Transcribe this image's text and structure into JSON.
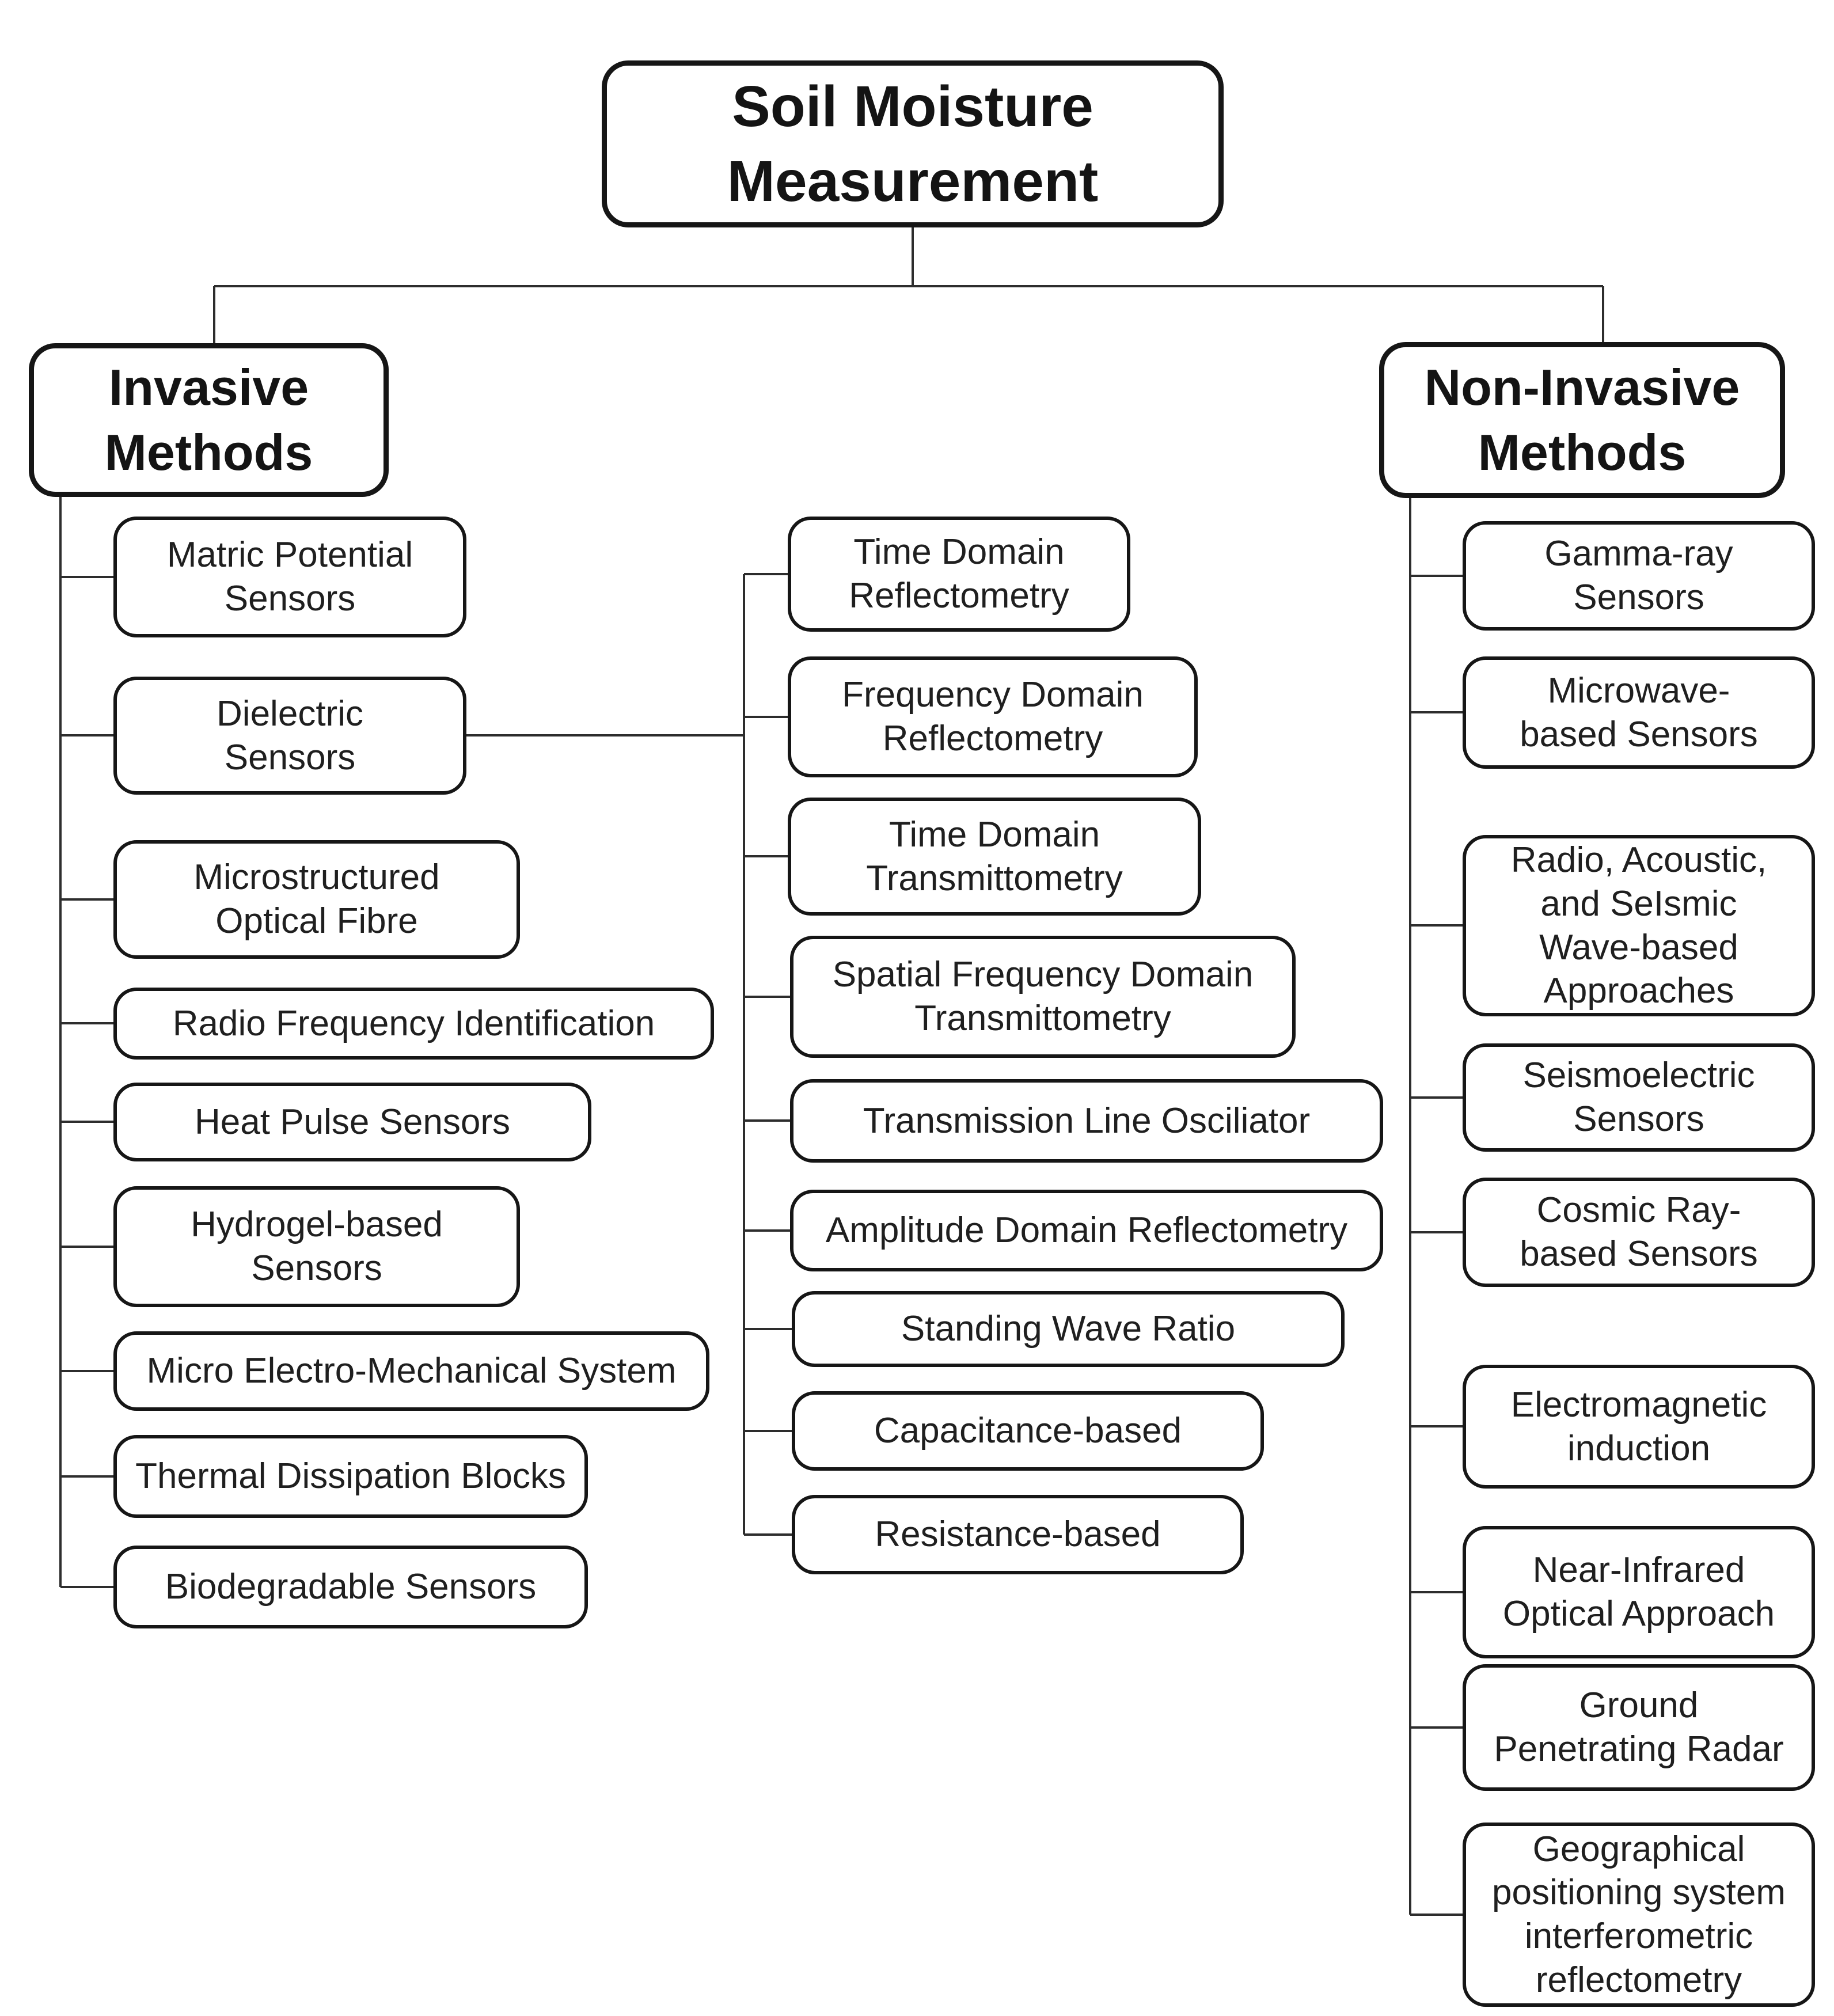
{
  "colors": {
    "background": "#ffffff",
    "box_fill": "#ffffff",
    "box_border": "#161616",
    "text": "#1f1f1f",
    "connector": "#2d2d2d"
  },
  "diagram": {
    "title": "Soil Moisture\nMeasurement",
    "invasive": {
      "label": "Invasive\nMethods",
      "children": [
        {
          "label": "Matric Potential\nSensors"
        },
        {
          "label": "Dielectric\nSensors",
          "children": [
            {
              "label": "Time Domain\nReflectometry"
            },
            {
              "label": "Frequency Domain\nReflectometry"
            },
            {
              "label": "Time Domain\nTransmittometry"
            },
            {
              "label": "Spatial Frequency Domain\nTransmittometry"
            },
            {
              "label": "Transmission Line Osciliator"
            },
            {
              "label": "Amplitude Domain Reflectometry"
            },
            {
              "label": "Standing Wave Ratio"
            },
            {
              "label": "Capacitance-based"
            },
            {
              "label": "Resistance-based"
            }
          ]
        },
        {
          "label": "Microstructured\nOptical Fibre"
        },
        {
          "label": "Radio Frequency Identification"
        },
        {
          "label": "Heat Pulse Sensors"
        },
        {
          "label": "Hydrogel-based\nSensors"
        },
        {
          "label": "Micro Electro-Mechanical System"
        },
        {
          "label": "Thermal Dissipation Blocks"
        },
        {
          "label": "Biodegradable Sensors"
        }
      ]
    },
    "non_invasive": {
      "label": "Non-Invasive\nMethods",
      "children": [
        {
          "label": "Gamma-ray\nSensors"
        },
        {
          "label": "Microwave-\nbased Sensors"
        },
        {
          "label": "Radio, Acoustic,\nand SeIsmic\nWave-based\nApproaches"
        },
        {
          "label": "Seismoelectric\nSensors"
        },
        {
          "label": "Cosmic Ray-\nbased Sensors"
        },
        {
          "label": "Electromagnetic\ninduction"
        },
        {
          "label": "Near-Infrared\nOptical Approach"
        },
        {
          "label": "Ground\nPenetrating Radar"
        },
        {
          "label": "Geographical\npositioning system\ninterferometric\nreflectometry"
        }
      ]
    }
  }
}
